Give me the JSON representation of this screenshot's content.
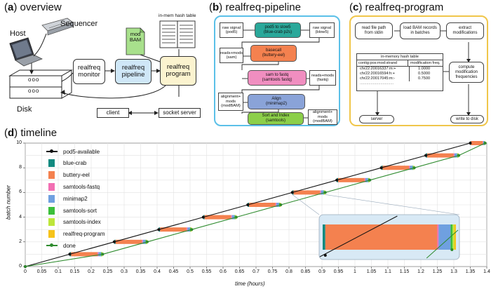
{
  "panel_a": {
    "letter": "a",
    "title": "overview",
    "host": "Host",
    "sequencer": "Sequencer",
    "disk": "Disk",
    "disk_slots": [
      "ooo",
      "ooo"
    ],
    "mod_bam": "mod\nBAM",
    "hash_table": "in-mem hash table",
    "monitor": "realfreq\nmonitor",
    "pipeline": "realfreq\npipeline",
    "program": "realfreq\nprogram",
    "client": "client",
    "socket_server": "socket server"
  },
  "panel_b": {
    "letter": "b",
    "title": "realfreq-pipeline",
    "docs": {
      "raw_signal_pod5": "raw signal\n(pod5)",
      "raw_signal_blow5": "raw signal\n(blow5)",
      "reads_mods_sam": "reads+mods\n(sam)",
      "reads_mods_fastq": "reads+mods\n(fastq)",
      "alignment_mods": "alignment+\nmods\n(modBAM)",
      "alignment_mods_2": "alignment+\nmods\n(modBAM)"
    },
    "steps": {
      "pod5_to_slow5": "pod5 to slow5\n(blue-crab p2s)",
      "basecall": "basecall\n(buttery-eel)",
      "sam_to_fastq": "sam to fastq\n(samtools fastq)",
      "align": "Align\n(minimap2)",
      "sort_index": "Sort and Index\n(samtools)"
    }
  },
  "panel_c": {
    "letter": "c",
    "title": "realfreq-program",
    "read_file": "read file path\nfrom stdin",
    "load_bam": "load BAM records\nin batches",
    "extract": "extract\nmodifications",
    "compute": "compute\nmodification\nfrequencies",
    "server": "server",
    "write_disk": "write to disk",
    "table": {
      "title": "in-memory hash table",
      "headers": [
        "contig:pos:mod:strand",
        "modification freq."
      ],
      "rows": [
        [
          "chr22:20016337:m:+",
          "1.0000"
        ],
        [
          "chr22:20016594:h:+",
          "0.5000"
        ],
        [
          "chr22:20017045:m:-",
          "0.7500"
        ]
      ],
      "ellipsis": "..............................."
    }
  },
  "panel_d": {
    "letter": "d",
    "title": "timeline",
    "legend": [
      {
        "label": "pod5-available",
        "color": "#111111",
        "kind": "line"
      },
      {
        "label": "blue-crab",
        "color": "#128a80",
        "kind": "patch"
      },
      {
        "label": "buttery-eel",
        "color": "#f4814f",
        "kind": "patch"
      },
      {
        "label": "samtools-fastq",
        "color": "#f26fb3",
        "kind": "patch"
      },
      {
        "label": "minimap2",
        "color": "#6fa0e0",
        "kind": "patch"
      },
      {
        "label": "samtools-sort",
        "color": "#3bbf3b",
        "kind": "patch"
      },
      {
        "label": "samtools-index",
        "color": "#bde63b",
        "kind": "patch"
      },
      {
        "label": "realfreq-program",
        "color": "#f6c31a",
        "kind": "patch"
      },
      {
        "label": "done",
        "color": "#2e8b2e",
        "kind": "line"
      }
    ]
  },
  "chart_data": {
    "type": "line",
    "xlabel": "time (hours)",
    "ylabel": "batch number",
    "xlim": [
      0,
      1.4
    ],
    "ylim": [
      0,
      10
    ],
    "xticks": [
      "0",
      "0.05",
      "0.1",
      "0.15",
      "0.2",
      "0.25",
      "0.3",
      "0.35",
      "0.4",
      "0.45",
      "0.5",
      "0.55",
      "0.6",
      "0.65",
      "0.7",
      "0.75",
      "0.8",
      "0.85",
      "0.9",
      "0.95",
      "1",
      "1.05",
      "1.1",
      "1.15",
      "1.2",
      "1.25",
      "1.3",
      "1.35",
      "1.4"
    ],
    "yticks": [
      "0",
      "2",
      "4",
      "6",
      "8",
      "10"
    ],
    "series": [
      {
        "name": "pod5-available",
        "x": [
          0,
          0.135,
          0.27,
          0.405,
          0.54,
          0.675,
          0.81,
          0.945,
          1.08,
          1.215,
          1.35
        ],
        "y": [
          0,
          1,
          2,
          3,
          4,
          5,
          6,
          7,
          8,
          9,
          10
        ]
      },
      {
        "name": "done",
        "x": [
          0.0,
          0.235,
          0.37,
          0.505,
          0.64,
          0.775,
          0.91,
          1.045,
          1.18,
          1.315,
          1.395
        ],
        "y": [
          0,
          1,
          2,
          3,
          4,
          5,
          6,
          7,
          8,
          9,
          10
        ]
      }
    ],
    "batch_bars": {
      "batches": [
        1,
        2,
        3,
        4,
        5,
        6,
        7,
        8,
        9,
        10
      ],
      "start": [
        0.135,
        0.27,
        0.405,
        0.54,
        0.675,
        0.81,
        0.945,
        1.08,
        1.215,
        1.35
      ],
      "end": [
        0.235,
        0.37,
        0.505,
        0.64,
        0.775,
        0.91,
        1.045,
        1.18,
        1.315,
        1.395
      ]
    }
  }
}
